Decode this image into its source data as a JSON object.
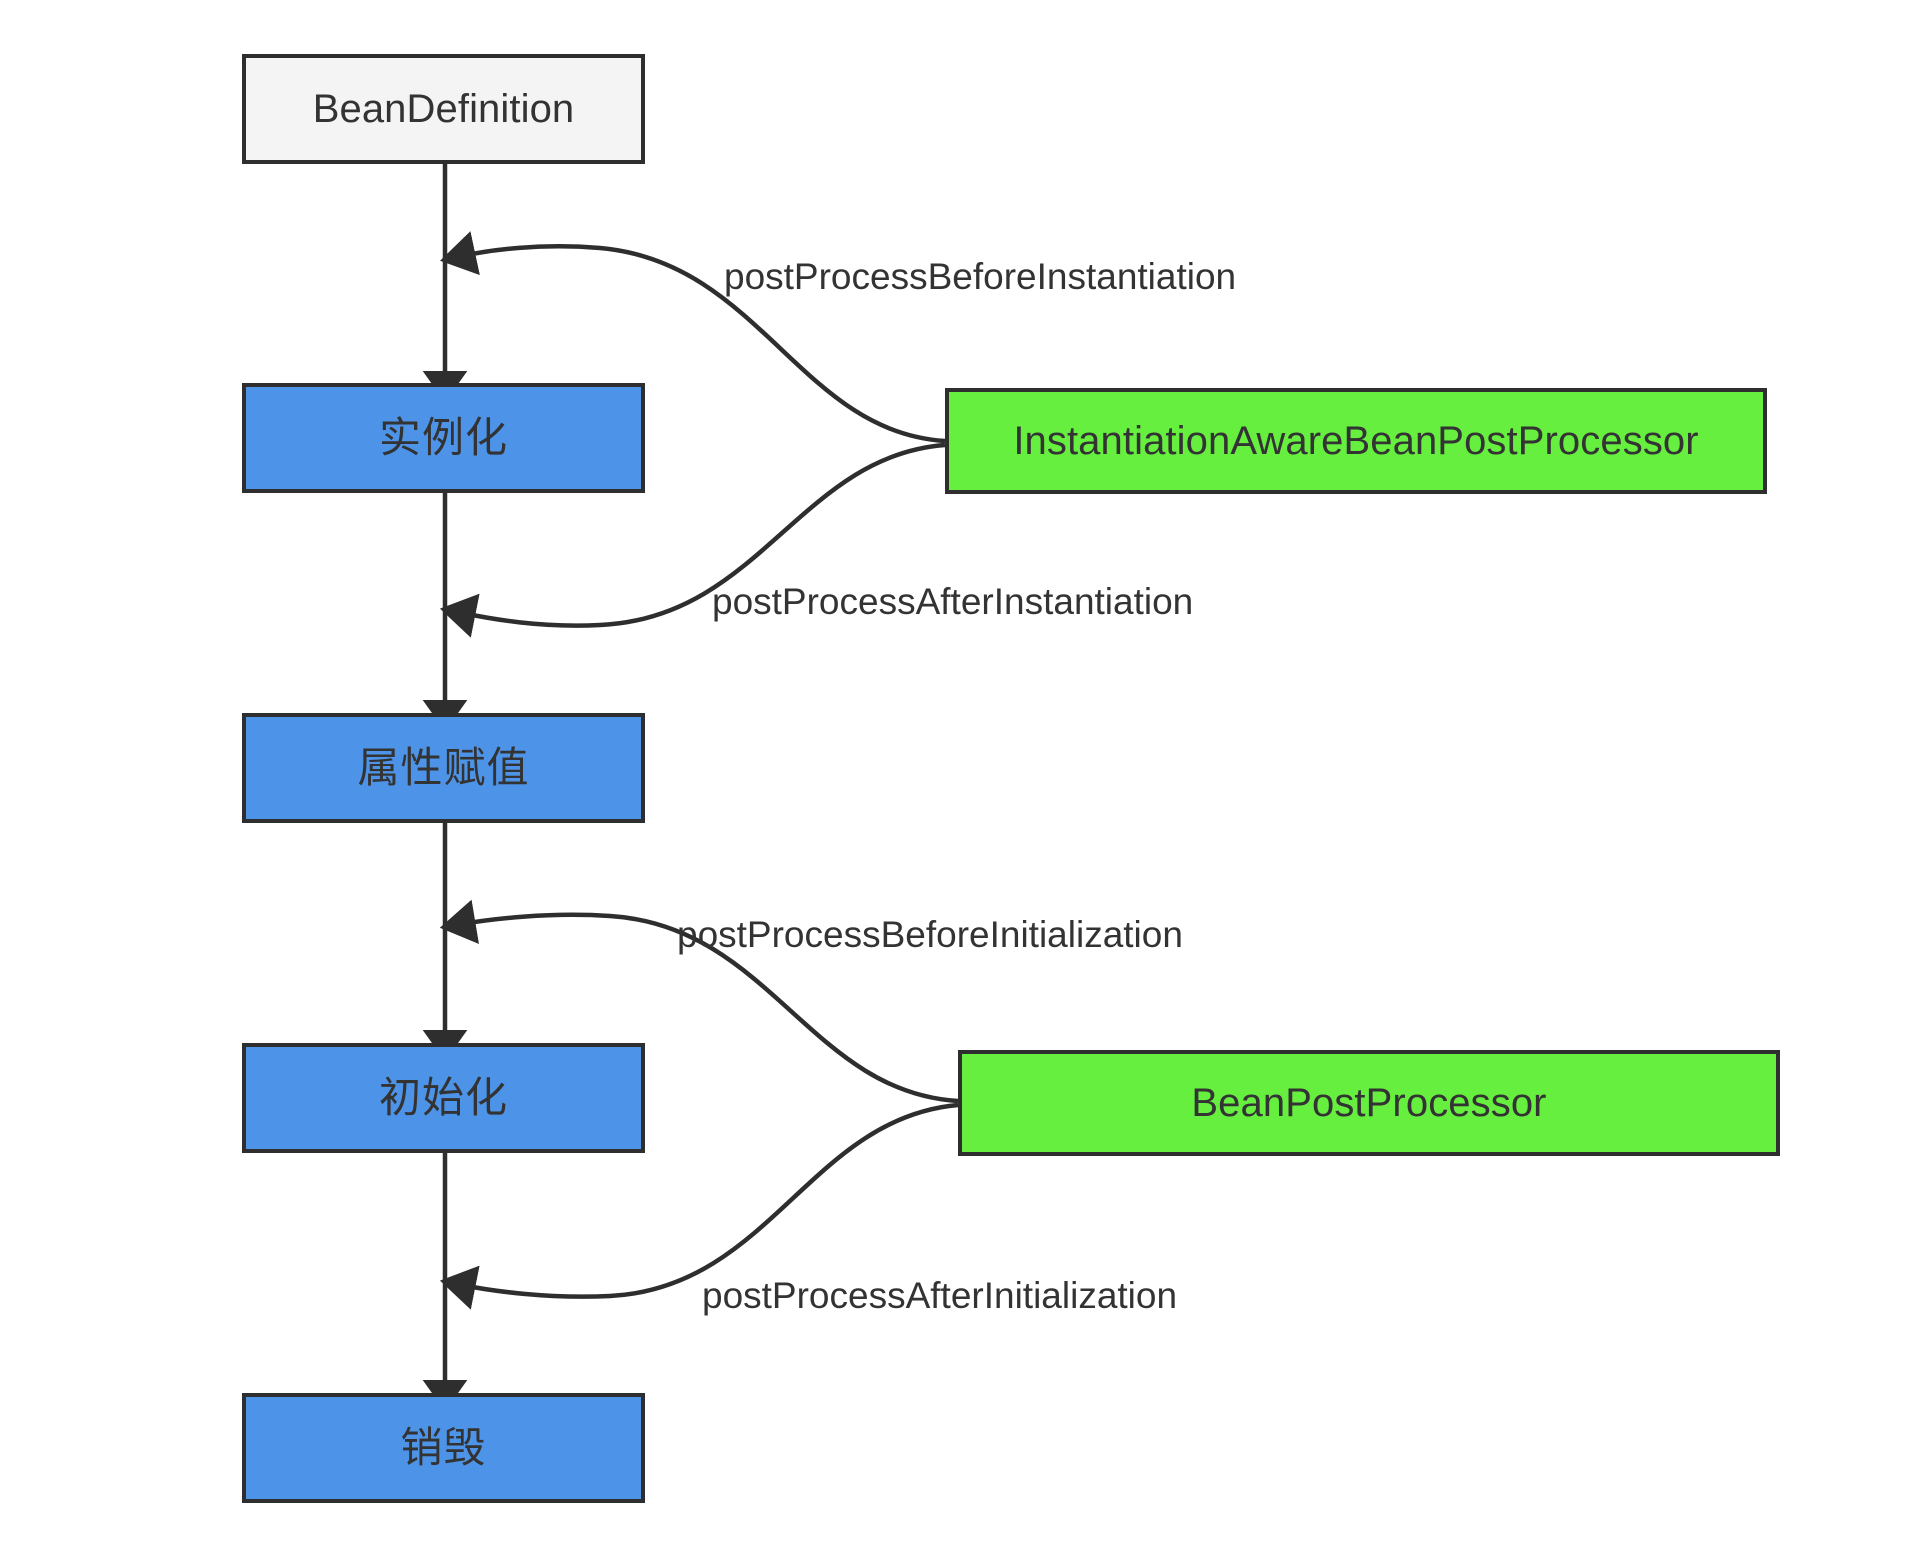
{
  "diagram": {
    "title": "Spring Bean Lifecycle with BeanPostProcessors",
    "colors": {
      "start_fill": "#f4f4f4",
      "stage_fill": "#4d94e8",
      "processor_fill": "#66ef3f",
      "stroke": "#2e2e2e",
      "text": "#333333",
      "background": "#ffffff"
    },
    "nodes": {
      "bean_definition": "BeanDefinition",
      "instantiation": "实例化",
      "property_population": "属性赋值",
      "initialization": "初始化",
      "destruction": "销毁",
      "instantiation_aware_bpp": "InstantiationAwareBeanPostProcessor",
      "bean_post_processor": "BeanPostProcessor"
    },
    "edge_labels": {
      "before_instantiation": "postProcessBeforeInstantiation",
      "after_instantiation": "postProcessAfterInstantiation",
      "before_initialization": "postProcessBeforeInitialization",
      "after_initialization": "postProcessAfterInitialization"
    }
  }
}
